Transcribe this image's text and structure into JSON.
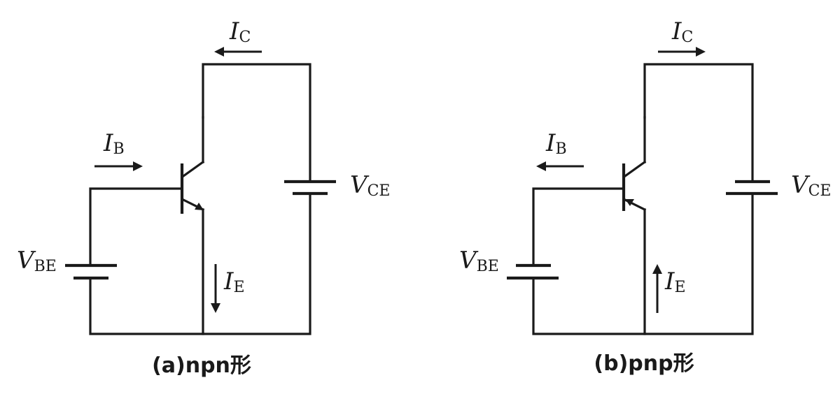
{
  "circuit_a": {
    "caption": "(a)npn形",
    "ic": {
      "symbol": "I",
      "sub": "C"
    },
    "ib": {
      "symbol": "I",
      "sub": "B"
    },
    "ie": {
      "symbol": "I",
      "sub": "E"
    },
    "vbe": {
      "symbol": "V",
      "sub": "BE"
    },
    "vce": {
      "symbol": "V",
      "sub": "CE"
    }
  },
  "circuit_b": {
    "caption": "(b)pnp形",
    "ic": {
      "symbol": "I",
      "sub": "C"
    },
    "ib": {
      "symbol": "I",
      "sub": "B"
    },
    "ie": {
      "symbol": "I",
      "sub": "E"
    },
    "vbe": {
      "symbol": "V",
      "sub": "BE"
    },
    "vce": {
      "symbol": "V",
      "sub": "CE"
    }
  }
}
